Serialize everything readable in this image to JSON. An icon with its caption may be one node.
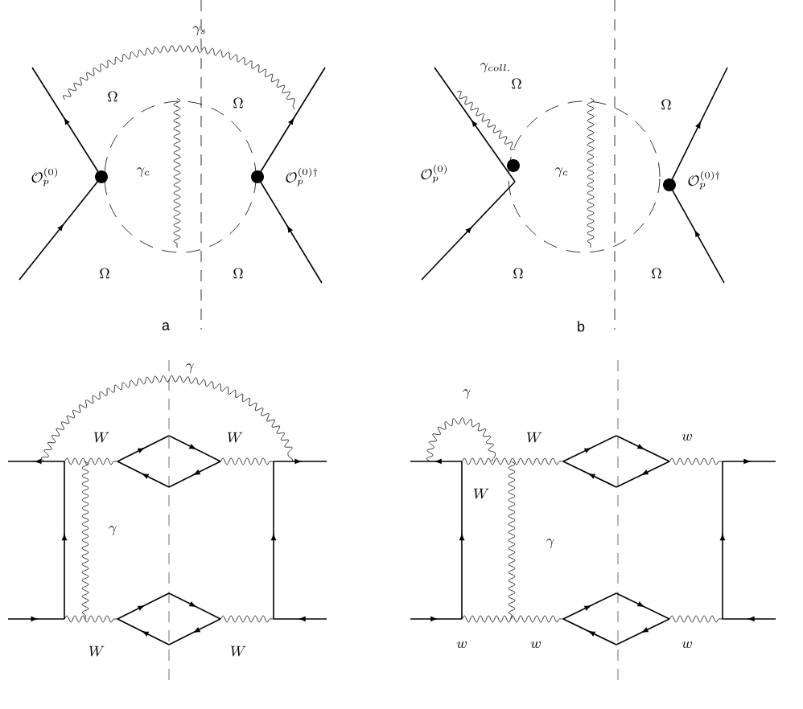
{
  "diagram": {
    "labels": [
      "\\gamma_s",
      "\\Omega",
      "\\Omega",
      "\\mathcal{O}_p^{(0)}",
      "\\gamma_c",
      "\\mathcal{O}_p^{(0)\\dagger}",
      "\\Omega",
      "\\Omega",
      "a",
      "\\gamma_{coll.}",
      "\\Omega",
      "\\Omega",
      "\\mathcal{O}_p^{(0)}",
      "\\gamma_c",
      "\\mathcal{O}_p^{(0)\\dagger}",
      "\\Omega",
      "\\Omega",
      "b",
      "\\gamma",
      "W",
      "W",
      "\\gamma",
      "W",
      "W",
      "\\gamma",
      "W",
      "w",
      "W",
      "\\gamma",
      "w",
      "w",
      "w"
    ]
  }
}
